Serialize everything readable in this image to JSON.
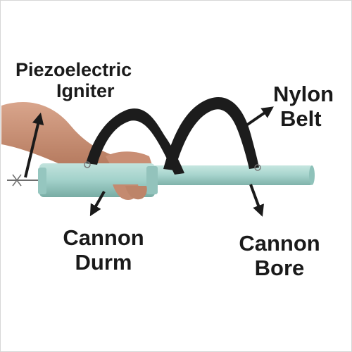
{
  "labels": {
    "igniter": {
      "line1": "Piezoelectric",
      "line2": "Igniter"
    },
    "belt": {
      "line1": "Nylon",
      "line2": "Belt"
    },
    "drum": {
      "line1": "Cannon",
      "line2": "Durm"
    },
    "bore": {
      "line1": "Cannon",
      "line2": "Bore"
    }
  },
  "colors": {
    "cannon": "#a9d6cf",
    "cannon_shade": "#84b9b1",
    "belt": "#1c1c1c",
    "skin": "#c98e74",
    "arrow": "#1a1a1a",
    "text": "#1a1a1a"
  }
}
